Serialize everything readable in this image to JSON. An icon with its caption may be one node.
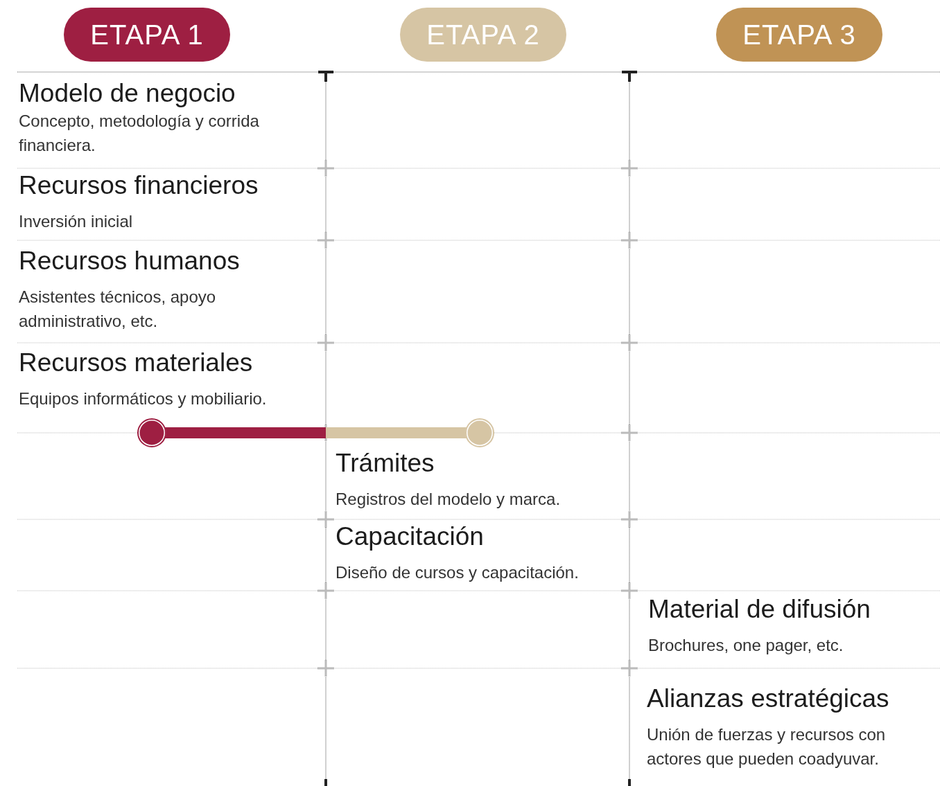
{
  "diagram": {
    "nodes": [
      {
        "text": [
          "ETAPA 1"
        ]
      },
      {
        "text": [
          "ETAPA 2"
        ]
      },
      {
        "text": [
          "ETAPA 3"
        ]
      },
      {
        "text": [
          "Modelo de negocio",
          "Concepto, metodología y corrida financiera."
        ]
      },
      {
        "text": [
          "Recursos financieros",
          "Inversión inicial"
        ]
      },
      {
        "text": [
          "Recursos humanos",
          "Asistentes técnicos, apoyo administrativo, etc."
        ]
      },
      {
        "text": [
          "Recursos materiales",
          "Equipos informáticos y mobiliario."
        ]
      },
      {
        "text": [
          "Trámites",
          "Registros del modelo y marca."
        ]
      },
      {
        "text": [
          "Capacitación",
          "Diseño de cursos y capacitación."
        ]
      },
      {
        "text": [
          "Material de difusión",
          "Brochures, one pager, etc."
        ]
      },
      {
        "text": [
          "Alianzas estratégicas",
          "Unión de fuerzas y recursos con actores que pueden coadyuvar."
        ]
      }
    ]
  }
}
